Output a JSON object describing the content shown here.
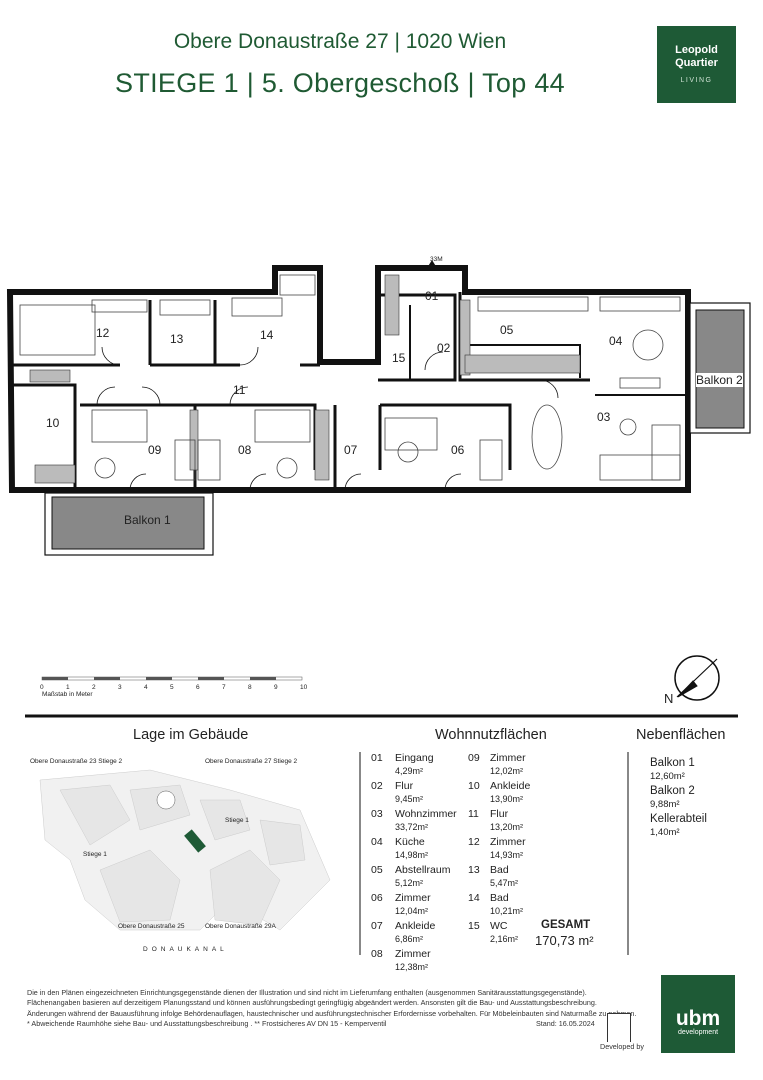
{
  "header": {
    "address": "Obere Donaustraße 27 | 1020 Wien",
    "unit": "STIEGE 1 | 5. Obergeschoß  | Top 44"
  },
  "logo": {
    "line1": "Leopold",
    "line2": "Quartier",
    "line3": "LIVING"
  },
  "plan": {
    "rooms": {
      "r01": "01",
      "r02": "02",
      "r03": "03",
      "r04": "04",
      "r05": "05",
      "r06": "06",
      "r07": "07",
      "r08": "08",
      "r09": "09",
      "r10": "10",
      "r11": "11",
      "r12": "12",
      "r13": "13",
      "r14": "14",
      "r15": "15"
    },
    "balkon1": "Balkon 1",
    "balkon2": "Balkon 2",
    "entry_mark": "33M",
    "north": "N",
    "scale_caption": "Maßstab in Meter",
    "scale_ticks": [
      "0",
      "1",
      "2",
      "3",
      "4",
      "5",
      "6",
      "7",
      "8",
      "9",
      "10"
    ]
  },
  "lage": {
    "title": "Lage im Gebäude",
    "labels": {
      "od23": "Obere Donaustraße 23 Stiege 2",
      "od27": "Obere Donaustraße 27 Stiege 2",
      "st1a": "Stiege 1",
      "st1b": "Stiege 1",
      "od25": "Obere Donaustraße 25",
      "od29": "Obere Donaustraße 29A",
      "kanal": "DONAUKANAL"
    }
  },
  "wohn": {
    "title": "Wohnnutzflächen",
    "col1": [
      {
        "nr": "01",
        "name": "Eingang",
        "area": "4,29m²"
      },
      {
        "nr": "02",
        "name": "Flur",
        "area": "9,45m²"
      },
      {
        "nr": "03",
        "name": "Wohnzimmer",
        "area": "33,72m²"
      },
      {
        "nr": "04",
        "name": "Küche",
        "area": "14,98m²"
      },
      {
        "nr": "05",
        "name": "Abstellraum",
        "area": "5,12m²"
      },
      {
        "nr": "06",
        "name": "Zimmer",
        "area": "12,04m²"
      },
      {
        "nr": "07",
        "name": "Ankleide",
        "area": "6,86m²"
      },
      {
        "nr": "08",
        "name": "Zimmer",
        "area": "12,38m²"
      }
    ],
    "col2": [
      {
        "nr": "09",
        "name": "Zimmer",
        "area": "12,02m²"
      },
      {
        "nr": "10",
        "name": "Ankleide",
        "area": "13,90m²"
      },
      {
        "nr": "11",
        "name": "Flur",
        "area": "13,20m²"
      },
      {
        "nr": "12",
        "name": "Zimmer",
        "area": "14,93m²"
      },
      {
        "nr": "13",
        "name": "Bad",
        "area": "5,47m²"
      },
      {
        "nr": "14",
        "name": "Bad",
        "area": "10,21m²"
      },
      {
        "nr": "15",
        "name": "WC",
        "area": "2,16m²"
      }
    ],
    "total_label": "GESAMT",
    "total_value": "170,73 m²"
  },
  "neben": {
    "title": "Nebenflächen",
    "items": [
      {
        "name": "Balkon 1",
        "area": "12,60m²"
      },
      {
        "name": "Balkon 2",
        "area": "9,88m²"
      },
      {
        "name": "Kellerabteil",
        "area": "1,40m²"
      }
    ]
  },
  "footer": {
    "l1": "Die in den Plänen eingezeichneten Einrichtungsgegenstände dienen der Illustration und sind nicht im Lieferumfang enthalten (ausgenommen Sanitärausstattungsgegenstände).",
    "l2": "Flächenangaben basieren auf derzeitigem Planungsstand und können ausführungsbedingt geringfügig abgeändert werden. Ansonsten gilt die Bau- und Ausstattungsbeschreibung.",
    "l3": "Änderungen während der Bauausführung infolge Behördenauflagen, haustechnischer und ausführungstechnischer Erfordernisse vorbehalten. Für Möbeleinbauten sind Naturmaße zu nehmen.",
    "l4": "* Abweichende Raumhöhe siehe Bau- und Ausstattungsbeschreibung . ** Frostsicheres AV DN 15 - Kemperventil",
    "stand": "Stand: 16.05.2024",
    "dev_by": "Developed by"
  },
  "ubm": {
    "name": "ubm",
    "sub": "development"
  }
}
